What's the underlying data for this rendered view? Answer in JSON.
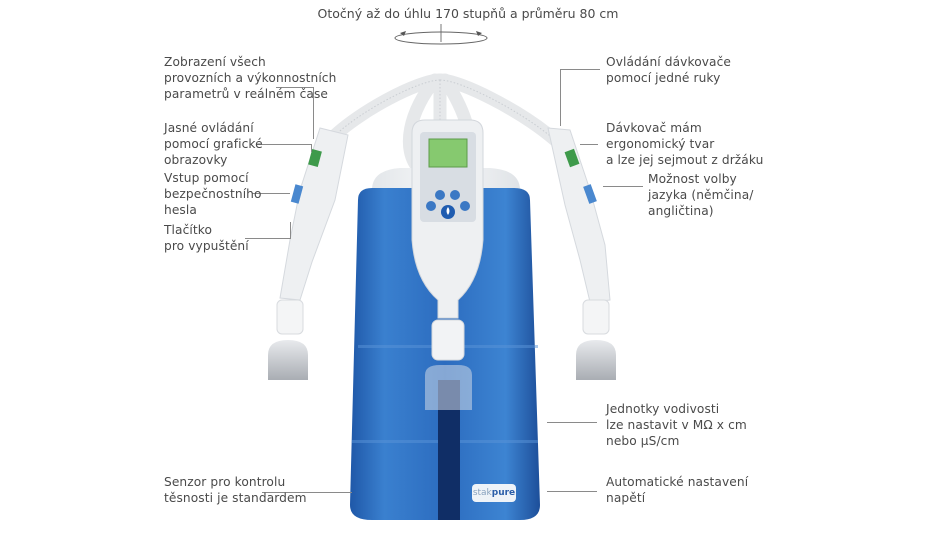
{
  "diagram": {
    "type": "annotated-product-illustration",
    "subject": "laboratory water purification system with three dispensers",
    "top_caption": "Otočný až do úhlu 170 stupňů a průměru 80 cm",
    "brand_label": {
      "light": "stak",
      "bold": "pure"
    },
    "colors": {
      "text": "#4a4a4a",
      "leader_line": "#8a8a8a",
      "body_blue": "#2f6fc0",
      "body_blue_dark": "#1d4f9a",
      "housing_white": "#eef0f2",
      "screen_green": "#7fc46a"
    },
    "left_callouts": [
      {
        "id": "display",
        "lines": [
          "Zobrazení všech",
          "provozních a výkonnostních",
          "parametrů v reálném čase"
        ]
      },
      {
        "id": "graphic-screen",
        "lines": [
          "Jasné ovládání",
          "pomocí grafické",
          "obrazovky"
        ]
      },
      {
        "id": "password",
        "lines": [
          "Vstup pomocí",
          "bezpečnostního",
          "hesla"
        ]
      },
      {
        "id": "release-button",
        "lines": [
          "Tlačítko",
          "pro vypuštění"
        ]
      },
      {
        "id": "leak-sensor",
        "lines": [
          "Senzor pro kontrolu",
          "těsnosti je standardem"
        ]
      }
    ],
    "right_callouts": [
      {
        "id": "one-hand",
        "lines": [
          "Ovládání dávkovače",
          "pomocí jedné ruky"
        ]
      },
      {
        "id": "ergonomic",
        "lines": [
          "Dávkovač mám",
          "ergonomický tvar",
          "a lze jej sejmout z držáku"
        ]
      },
      {
        "id": "language",
        "lines": [
          "Možnost volby",
          "jazyka (němčina/",
          "angličtina)"
        ]
      },
      {
        "id": "conductivity",
        "lines": [
          "Jednotky vodivosti",
          "lze nastavit v MΩ x cm",
          "nebo µS/cm"
        ]
      },
      {
        "id": "voltage",
        "lines": [
          "Automatické nastavení",
          "napětí"
        ]
      }
    ]
  }
}
